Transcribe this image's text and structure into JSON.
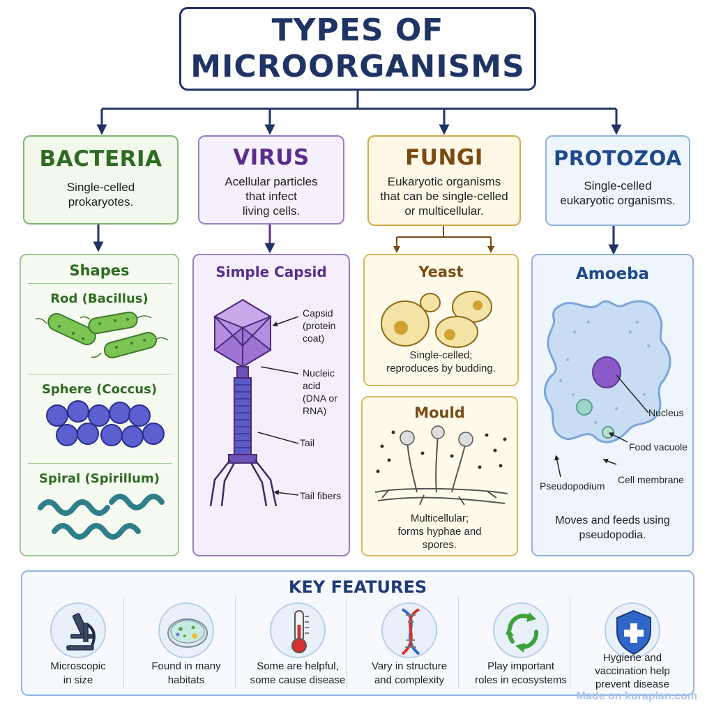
{
  "title": {
    "line1": "TYPES OF",
    "line2": "MICROORGANISMS"
  },
  "categories": {
    "bacteria": {
      "name": "BACTERIA",
      "desc": [
        "Single-celled",
        "prokaryotes."
      ],
      "color": "#2e6b22"
    },
    "virus": {
      "name": "VIRUS",
      "desc": [
        "Acellular particles",
        "that infect",
        "living cells."
      ],
      "color": "#5a2d8c"
    },
    "fungi": {
      "name": "FUNGI",
      "desc": [
        "Eukaryotic organisms",
        "that can be single-celled",
        "or multicellular."
      ],
      "color": "#7a4a12"
    },
    "protozoa": {
      "name": "PROTOZOA",
      "desc": [
        "Single-celled",
        "eukaryotic organisms."
      ],
      "color": "#1f4a8a"
    }
  },
  "bacteria_panel": {
    "title": "Shapes",
    "shapes": [
      "Rod (Bacillus)",
      "Sphere (Coccus)",
      "Spiral (Spirillum)"
    ]
  },
  "virus_panel": {
    "title": "Simple Capsid",
    "labels": {
      "capsid": [
        "Capsid",
        "(protein",
        "coat)"
      ],
      "nucleic": [
        "Nucleic",
        "acid",
        "(DNA or",
        "RNA)"
      ],
      "tail": "Tail",
      "fibers": "Tail fibers"
    }
  },
  "yeast_panel": {
    "title": "Yeast",
    "caption": [
      "Single-celled;",
      "reproduces by budding."
    ]
  },
  "mould_panel": {
    "title": "Mould",
    "caption": [
      "Multicellular;",
      "forms hyphae and",
      "spores."
    ]
  },
  "amoeba_panel": {
    "title": "Amoeba",
    "labels": {
      "nucleus": "Nucleus",
      "vacuole": "Food vacuole",
      "membrane": "Cell membrane",
      "pseudopodium": "Pseudopodium"
    },
    "caption": [
      "Moves and feeds using",
      "pseudopodia."
    ]
  },
  "key_features": {
    "heading": "KEY FEATURES",
    "items": [
      {
        "icon": "microscope-icon",
        "label": [
          "Microscopic",
          "in size"
        ]
      },
      {
        "icon": "petri-dish-icon",
        "label": [
          "Found in many",
          "habitats"
        ]
      },
      {
        "icon": "thermometer-icon",
        "label": [
          "Some are helpful,",
          "some cause disease"
        ]
      },
      {
        "icon": "dna-icon",
        "label": [
          "Vary in structure",
          "and complexity"
        ]
      },
      {
        "icon": "recycle-icon",
        "label": [
          "Play important",
          "roles in ecosystems"
        ]
      },
      {
        "icon": "shield-cross-icon",
        "label": [
          "Hygiene and",
          "vaccination help",
          "prevent disease"
        ]
      }
    ]
  },
  "watermark": "Made on kuraplan.com"
}
